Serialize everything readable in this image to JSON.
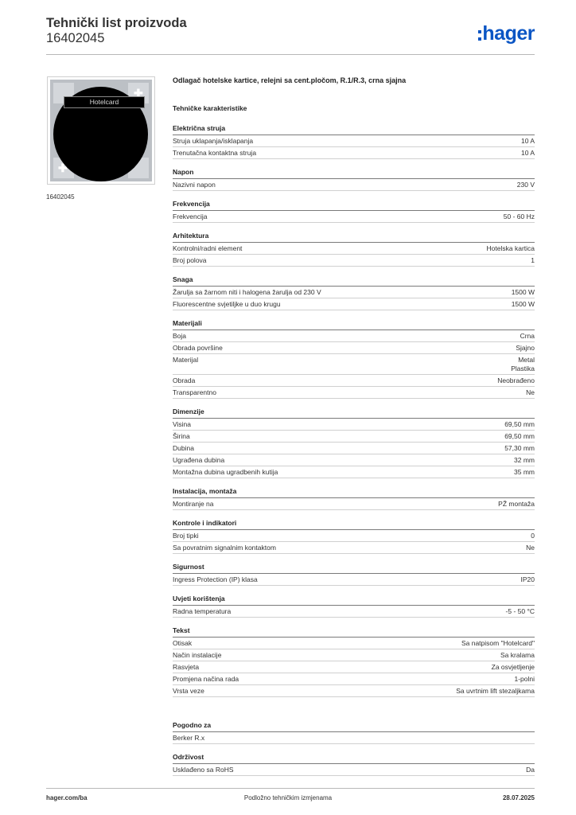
{
  "header": {
    "title": "Tehnički list proizvoda",
    "code": "16402045",
    "logo_text": "hager"
  },
  "image": {
    "card_label": "Hotelcard",
    "caption": "16402045"
  },
  "product": {
    "description": "Odlagač hotelske kartice, relejni sa cent.pločom, R.1/R.3, crna sjajna",
    "section_title": "Tehničke karakteristike"
  },
  "sections": [
    {
      "title": "Električna struja",
      "rows": [
        {
          "label": "Struja uklapanja/isklapanja",
          "value": "10 A"
        },
        {
          "label": "Trenutačna kontaktna struja",
          "value": "10 A"
        }
      ]
    },
    {
      "title": "Napon",
      "rows": [
        {
          "label": "Nazivni napon",
          "value": "230 V"
        }
      ]
    },
    {
      "title": "Frekvencija",
      "rows": [
        {
          "label": "Frekvencija",
          "value": "50 - 60 Hz"
        }
      ]
    },
    {
      "title": "Arhitektura",
      "rows": [
        {
          "label": "Kontrolni/radni element",
          "value": "Hotelska kartica"
        },
        {
          "label": "Broj polova",
          "value": "1"
        }
      ]
    },
    {
      "title": "Snaga",
      "rows": [
        {
          "label": "Žarulja sa žarnom niti i halogena žarulja od 230 V",
          "value": "1500 W"
        },
        {
          "label": "Fluorescentne svjetiljke u duo krugu",
          "value": "1500 W"
        }
      ]
    },
    {
      "title": "Materijali",
      "rows": [
        {
          "label": "Boja",
          "value": "Crna"
        },
        {
          "label": "Obrada površine",
          "value": "Sjajno"
        },
        {
          "label": "Materijal",
          "value": "Metal\nPlastika"
        },
        {
          "label": "Obrada",
          "value": "Neobrađeno"
        },
        {
          "label": "Transparentno",
          "value": "Ne"
        }
      ]
    },
    {
      "title": "Dimenzije",
      "rows": [
        {
          "label": "Visina",
          "value": "69,50 mm"
        },
        {
          "label": "Širina",
          "value": "69,50 mm"
        },
        {
          "label": "Dubina",
          "value": "57,30 mm"
        },
        {
          "label": "Ugrađena dubina",
          "value": "32 mm"
        },
        {
          "label": "Montažna dubina ugradbenih kutija",
          "value": "35 mm"
        }
      ]
    },
    {
      "title": "Instalacija, montaža",
      "rows": [
        {
          "label": "Montiranje na",
          "value": "PŽ montaža"
        }
      ]
    },
    {
      "title": "Kontrole i indikatori",
      "rows": [
        {
          "label": "Broj tipki",
          "value": "0"
        },
        {
          "label": "Sa povratnim signalnim kontaktom",
          "value": "Ne"
        }
      ]
    },
    {
      "title": "Sigurnost",
      "rows": [
        {
          "label": "Ingress Protection (IP) klasa",
          "value": "IP20"
        }
      ]
    },
    {
      "title": "Uvjeti korištenja",
      "rows": [
        {
          "label": "Radna temperatura",
          "value": "-5 - 50 °C"
        }
      ]
    },
    {
      "title": "Tekst",
      "rows": [
        {
          "label": "Otisak",
          "value": "Sa natpisom \"Hotelcard\""
        },
        {
          "label": "Način instalacije",
          "value": "Sa kralama"
        },
        {
          "label": "Rasvjeta",
          "value": "Za osvjetljenje"
        },
        {
          "label": "Promjena načina rada",
          "value": "1-polni"
        },
        {
          "label": "Vrsta veze",
          "value": "Sa uvrtnim lift stezaljkama"
        }
      ]
    }
  ],
  "extra_sections": [
    {
      "title": "Pogodno za",
      "rows": [
        {
          "label": "Berker R.x",
          "value": ""
        }
      ]
    },
    {
      "title": "Održivost",
      "rows": [
        {
          "label": "Usklađeno sa RoHS",
          "value": "Da"
        }
      ]
    }
  ],
  "footer": {
    "website": "hager.com/ba",
    "note": "Podložno tehničkim izmjenama",
    "date": "28.07.2025"
  }
}
